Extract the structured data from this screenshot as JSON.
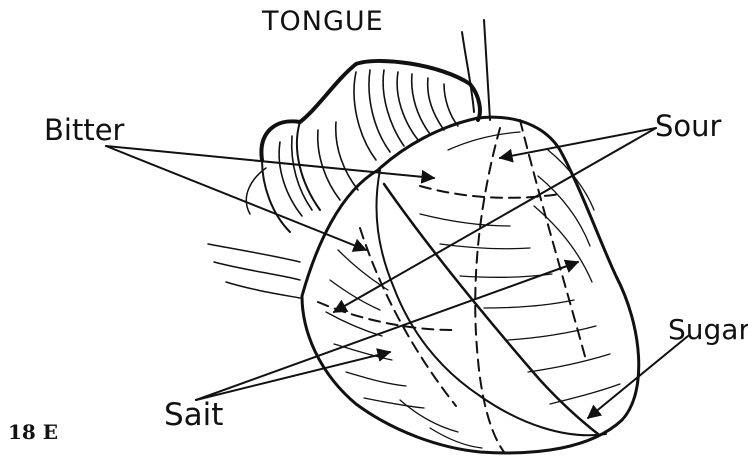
{
  "title": "TONGUE",
  "labels": {
    "bitter": "Bitter",
    "sour": "Sour",
    "sugar": "Sugar",
    "salt": "Sait"
  },
  "figure_id": "18 E",
  "colors": {
    "ink": "#111111",
    "background": "#ffffff"
  }
}
